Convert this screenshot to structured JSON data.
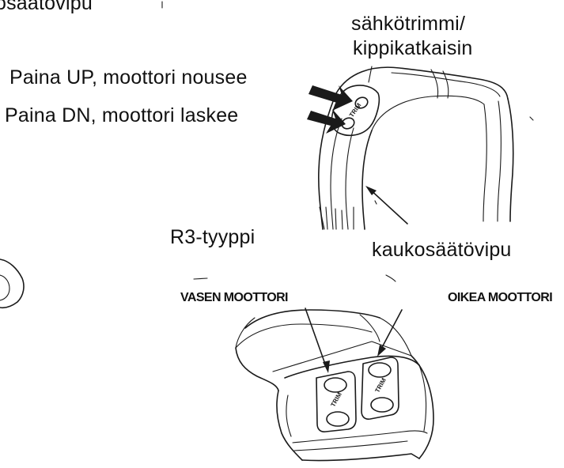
{
  "labels": {
    "top_left_fragment": "osäätövipu",
    "electric_trim": "sähkötrimmi/",
    "tilt_switch": "kippikatkaisin",
    "press_up": "Paina UP, moottori nousee",
    "press_dn": "Paina DN, moottori laskee",
    "r3_type": "R3-tyyppi",
    "remote_lever": "kaukosäätövipu",
    "left_engine": "VASEN MOOTTORI",
    "right_engine": "OIKEA MOOTTORI"
  },
  "switch_text": {
    "trim_upper": "TRIM",
    "trim_left": "TRIM",
    "trim_right": "TRIM"
  }
}
